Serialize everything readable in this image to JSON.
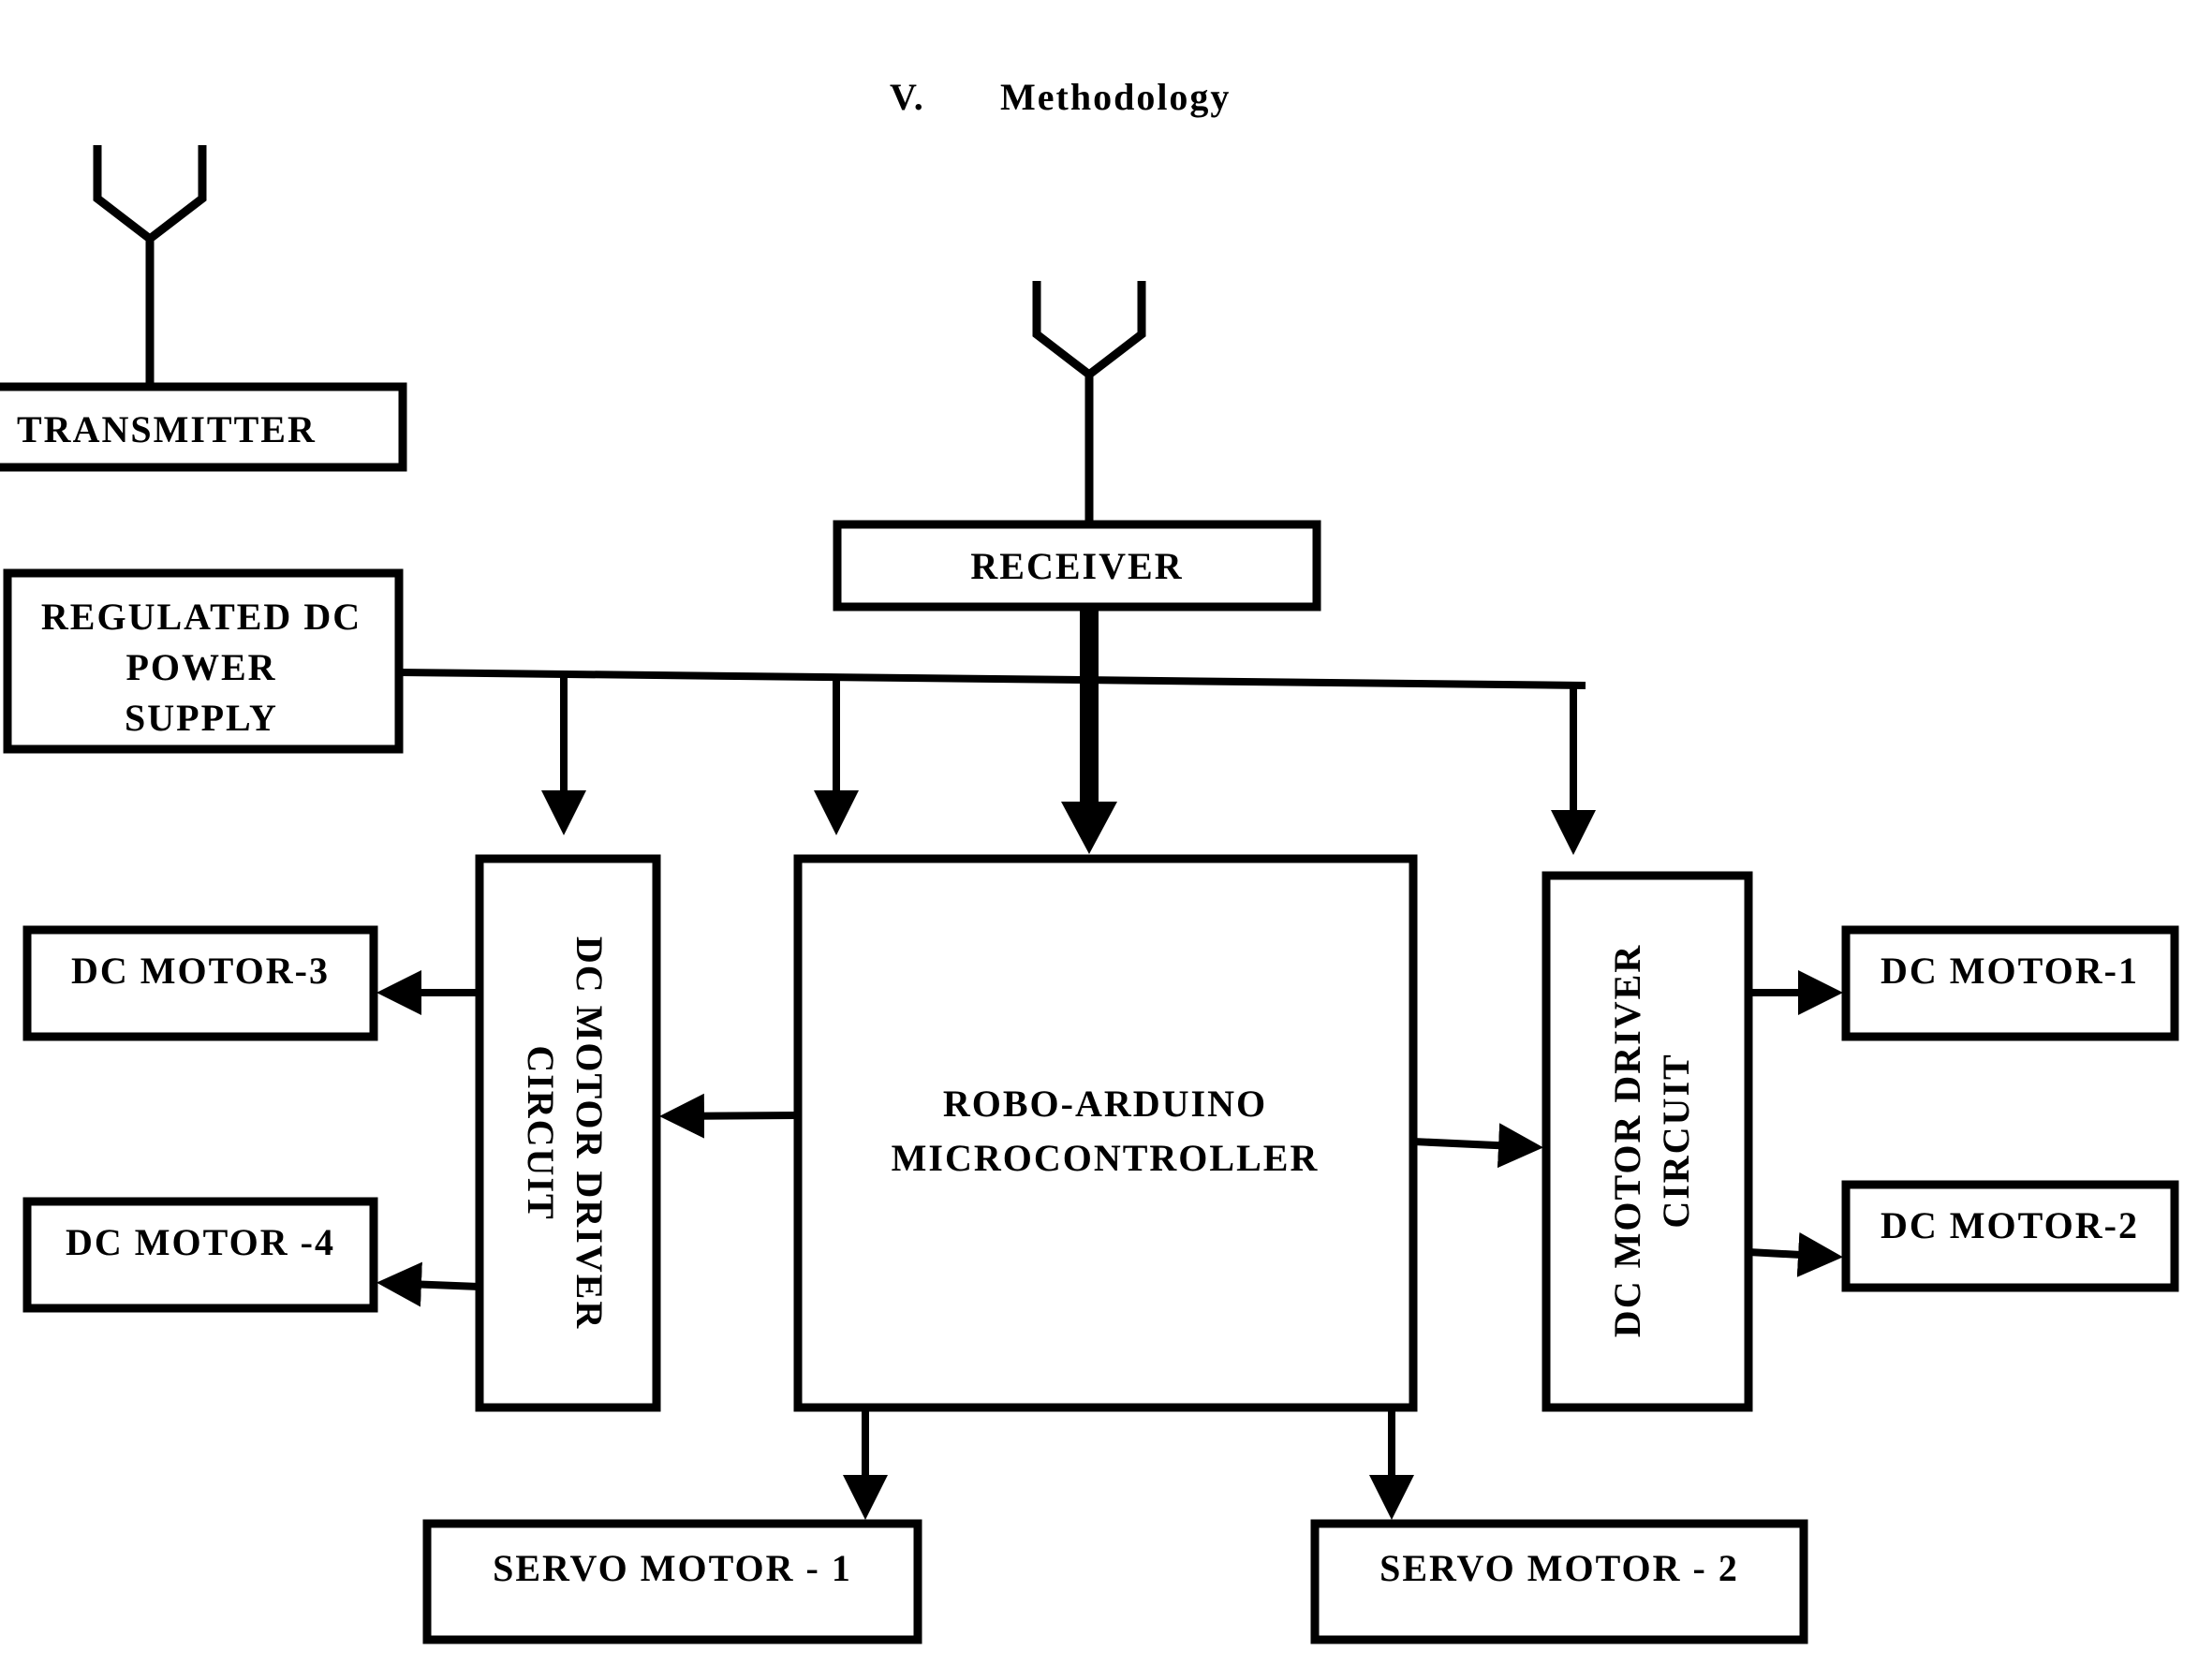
{
  "heading": {
    "number": "V.",
    "title": "Methodology"
  },
  "blocks": {
    "transmitter": "TRANSMITTER",
    "receiver": "RECEIVER",
    "power_supply": [
      "REGULATED DC",
      "POWER",
      "SUPPLY"
    ],
    "microcontroller": [
      "ROBO-ARDUINO",
      "MICROCONTROLLER"
    ],
    "driver_left": [
      "DC MOTOR DRIVER",
      "CIRCUIT"
    ],
    "driver_right": [
      "DC MOTOR DRIVER",
      "CIRCUIT"
    ],
    "dc_motor_1": "DC MOTOR-1",
    "dc_motor_2": "DC MOTOR-2",
    "dc_motor_3": "DC MOTOR-3",
    "dc_motor_4": "DC MOTOR -4",
    "servo_motor_1": "SERVO MOTOR - 1",
    "servo_motor_2": "SERVO MOTOR - 2"
  },
  "icons": {
    "transmitter_antenna": "antenna-icon",
    "receiver_antenna": "antenna-icon"
  },
  "colors": {
    "stroke": "#000000",
    "background": "#ffffff"
  }
}
